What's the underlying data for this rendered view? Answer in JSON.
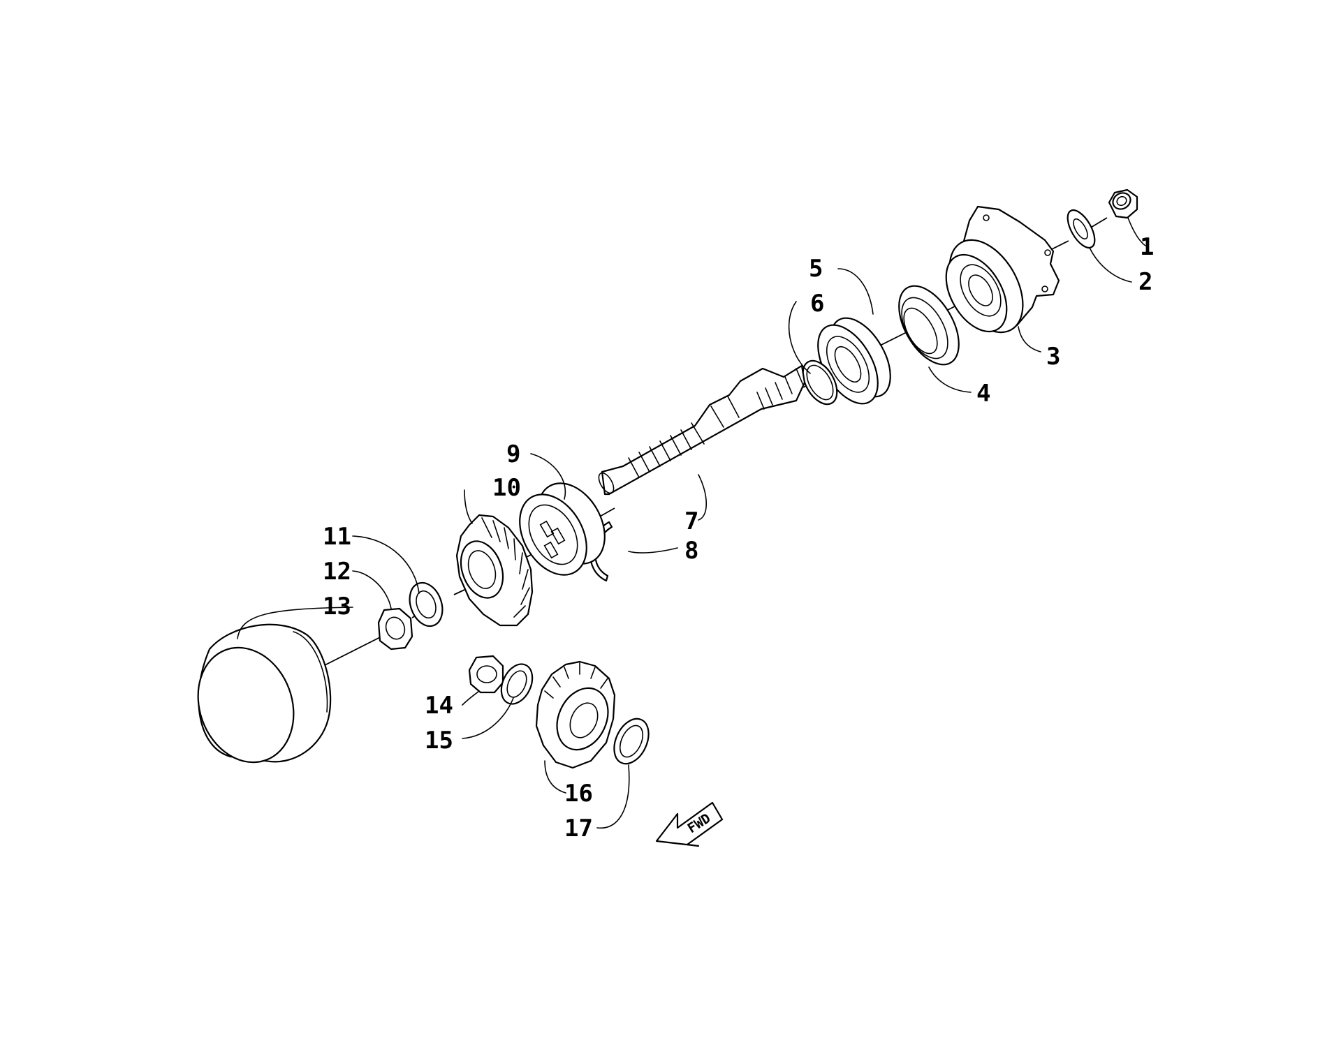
{
  "diagram": {
    "callouts": [
      {
        "id": "1",
        "text": "1"
      },
      {
        "id": "2",
        "text": "2"
      },
      {
        "id": "3",
        "text": "3"
      },
      {
        "id": "4",
        "text": "4"
      },
      {
        "id": "5",
        "text": "5"
      },
      {
        "id": "6",
        "text": "6"
      },
      {
        "id": "7",
        "text": "7"
      },
      {
        "id": "8",
        "text": "8"
      },
      {
        "id": "9",
        "text": "9"
      },
      {
        "id": "10",
        "text": "10"
      },
      {
        "id": "11",
        "text": "11"
      },
      {
        "id": "12",
        "text": "12"
      },
      {
        "id": "13",
        "text": "13"
      },
      {
        "id": "14",
        "text": "14"
      },
      {
        "id": "15",
        "text": "15"
      },
      {
        "id": "16",
        "text": "16"
      },
      {
        "id": "17",
        "text": "17"
      }
    ],
    "direction_indicator": {
      "label": "FWD",
      "icon": "arrow-left-down-icon"
    }
  }
}
